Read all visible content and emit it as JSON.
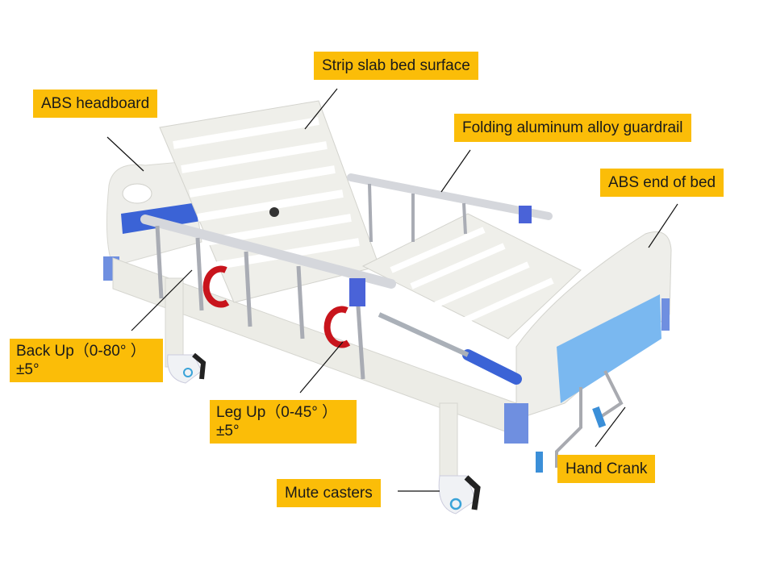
{
  "image": {
    "subject": "manual hospital bed with annotated features",
    "colors": {
      "label_bg": "#fbbd08",
      "label_text": "#1a1a1a",
      "bed_white": "#eeeeea",
      "accent_blue": "#3b63d6",
      "panel_blue": "#5aa6ea",
      "arrow_red": "#c8141c"
    }
  },
  "labels": [
    {
      "id": "headboard",
      "text": "ABS headboard"
    },
    {
      "id": "bed_surface",
      "text": "Strip slab bed surface"
    },
    {
      "id": "guardrail",
      "text": "Folding aluminum alloy guardrail"
    },
    {
      "id": "end_of_bed",
      "text": "ABS end of bed"
    },
    {
      "id": "back_up",
      "line1": "Back Up（0-80°  ）",
      "line2": "±5°"
    },
    {
      "id": "leg_up",
      "line1": "Leg Up（0-45°  ）",
      "line2": "±5°"
    },
    {
      "id": "hand_crank",
      "text": "Hand Crank"
    },
    {
      "id": "casters",
      "text": "Mute casters"
    }
  ]
}
